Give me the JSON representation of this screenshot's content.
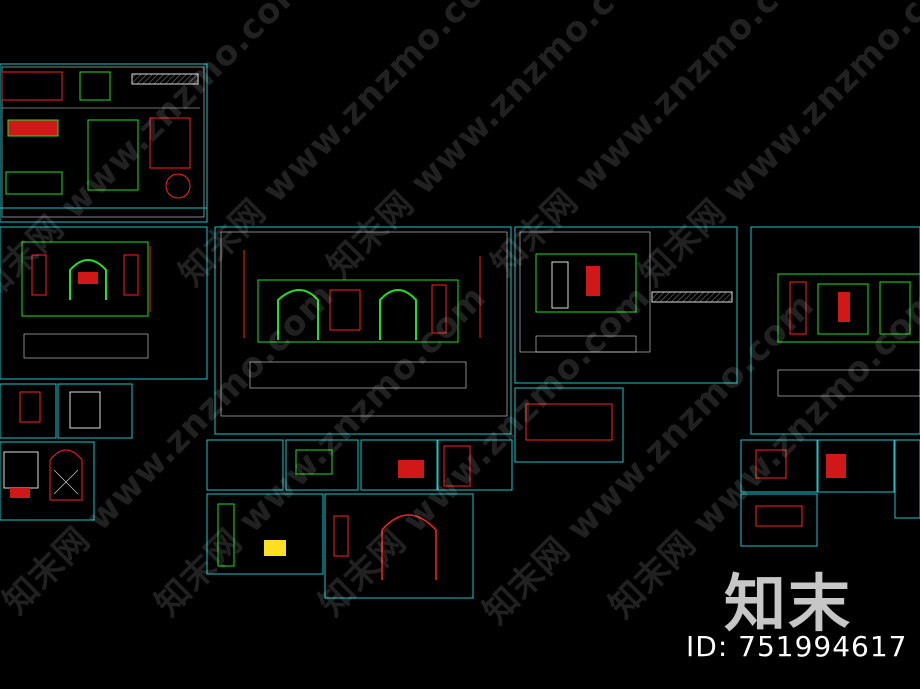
{
  "watermark": {
    "text": "知末网 www.znzmo.com",
    "brand": "知末",
    "id_label": "ID: 751994617"
  },
  "colors": {
    "background": "#000000",
    "frame": "#19c4c9",
    "line_white": "#e8e8e8",
    "accent_red": "#ff2020",
    "accent_green": "#20e020",
    "accent_yellow": "#ffe020"
  }
}
